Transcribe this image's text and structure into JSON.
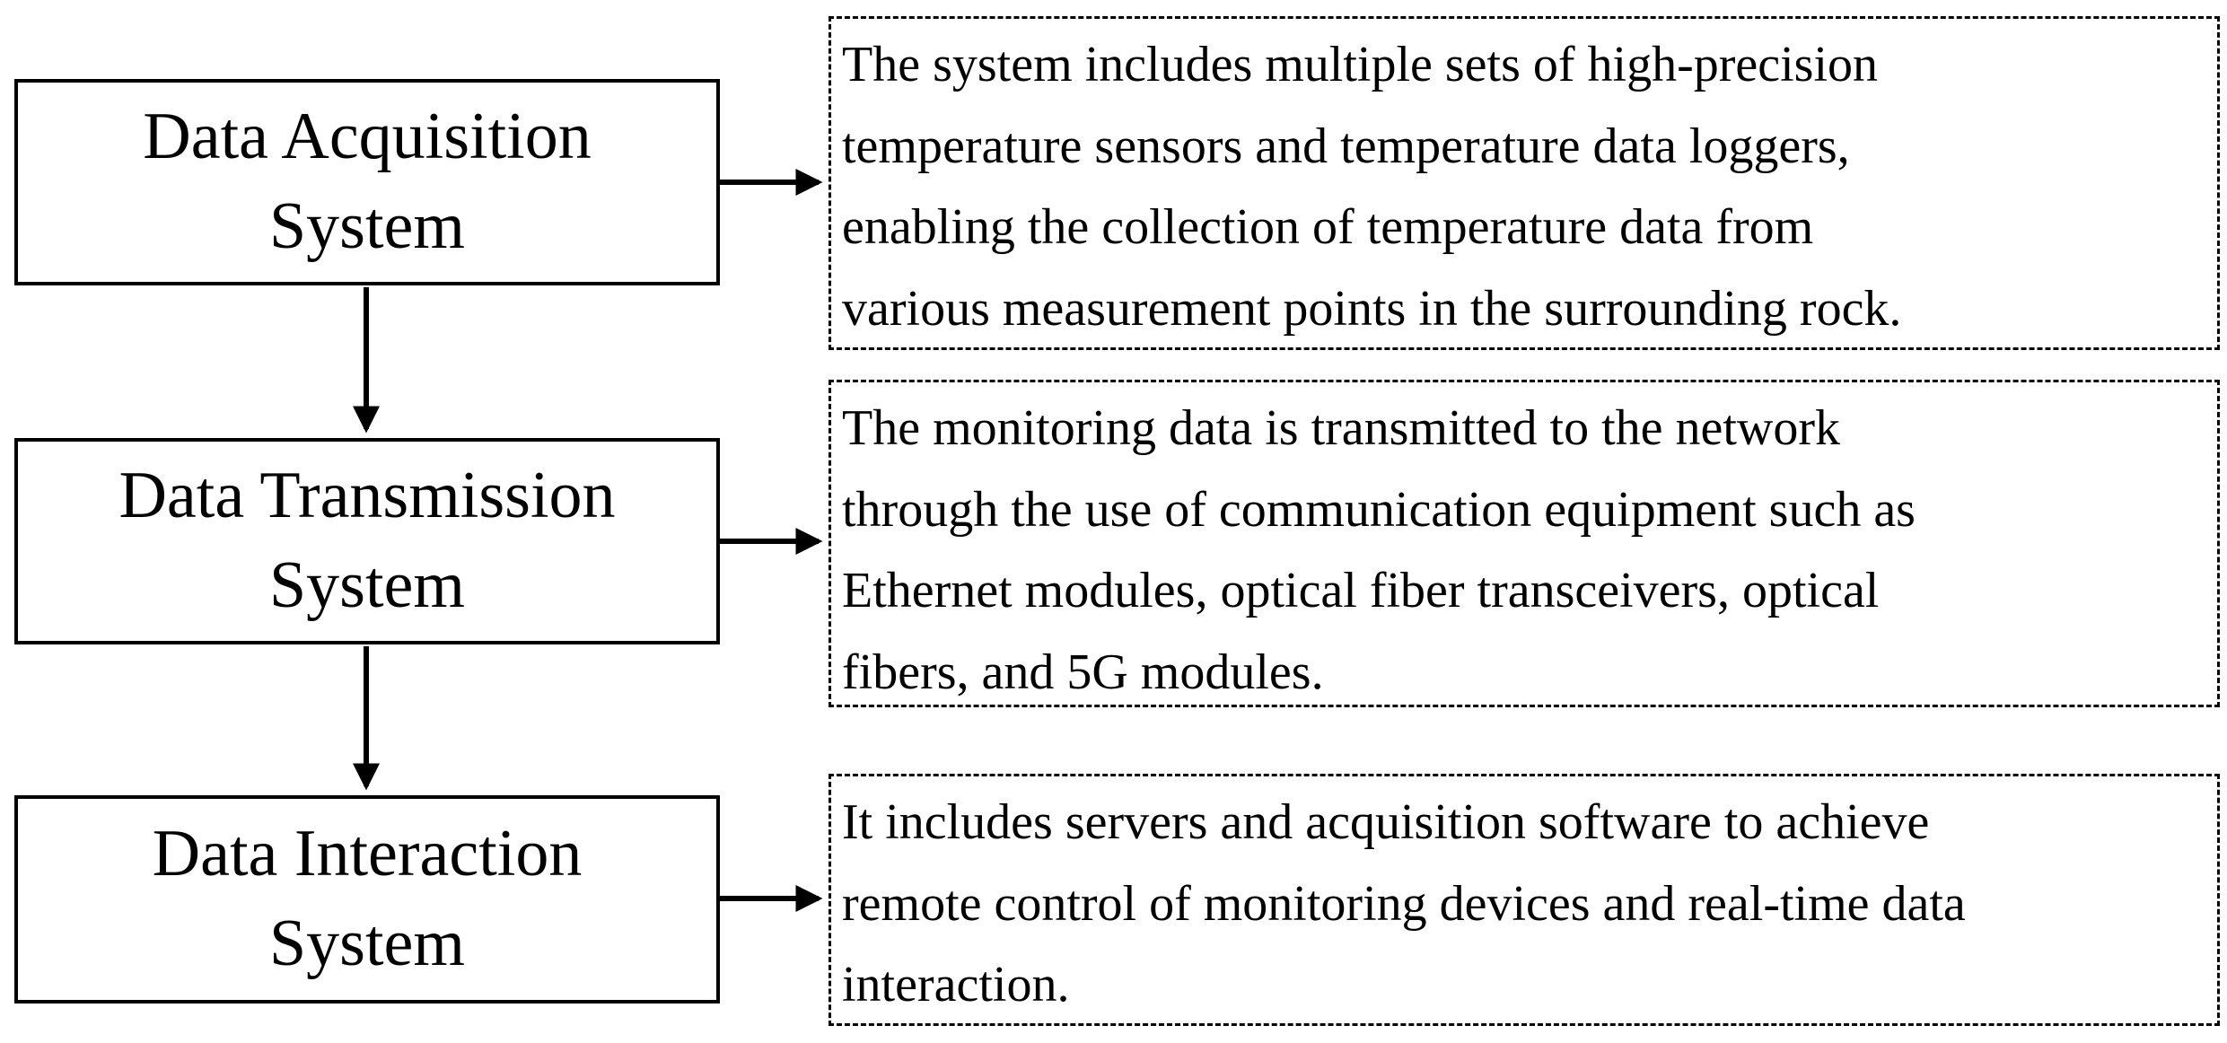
{
  "diagram": {
    "background_color": "#ffffff",
    "line_color": "#000000",
    "text_color": "#000000",
    "rows": [
      {
        "system": "Data Acquisition System",
        "description_lines": [
          "The system includes multiple sets of high-precision",
          "temperature sensors and temperature data loggers,",
          "enabling the collection of temperature data from",
          "various measurement points in the surrounding rock."
        ]
      },
      {
        "system": "Data Transmission System",
        "description_lines": [
          "The monitoring data is transmitted to the network",
          "through the use of communication equipment such as",
          "Ethernet modules, optical fiber transceivers, optical",
          "fibers, and 5G modules."
        ]
      },
      {
        "system": "Data Interaction System",
        "description_lines": [
          "It includes servers and acquisition software to achieve",
          "remote control of monitoring devices and real-time data",
          "interaction."
        ]
      }
    ]
  }
}
